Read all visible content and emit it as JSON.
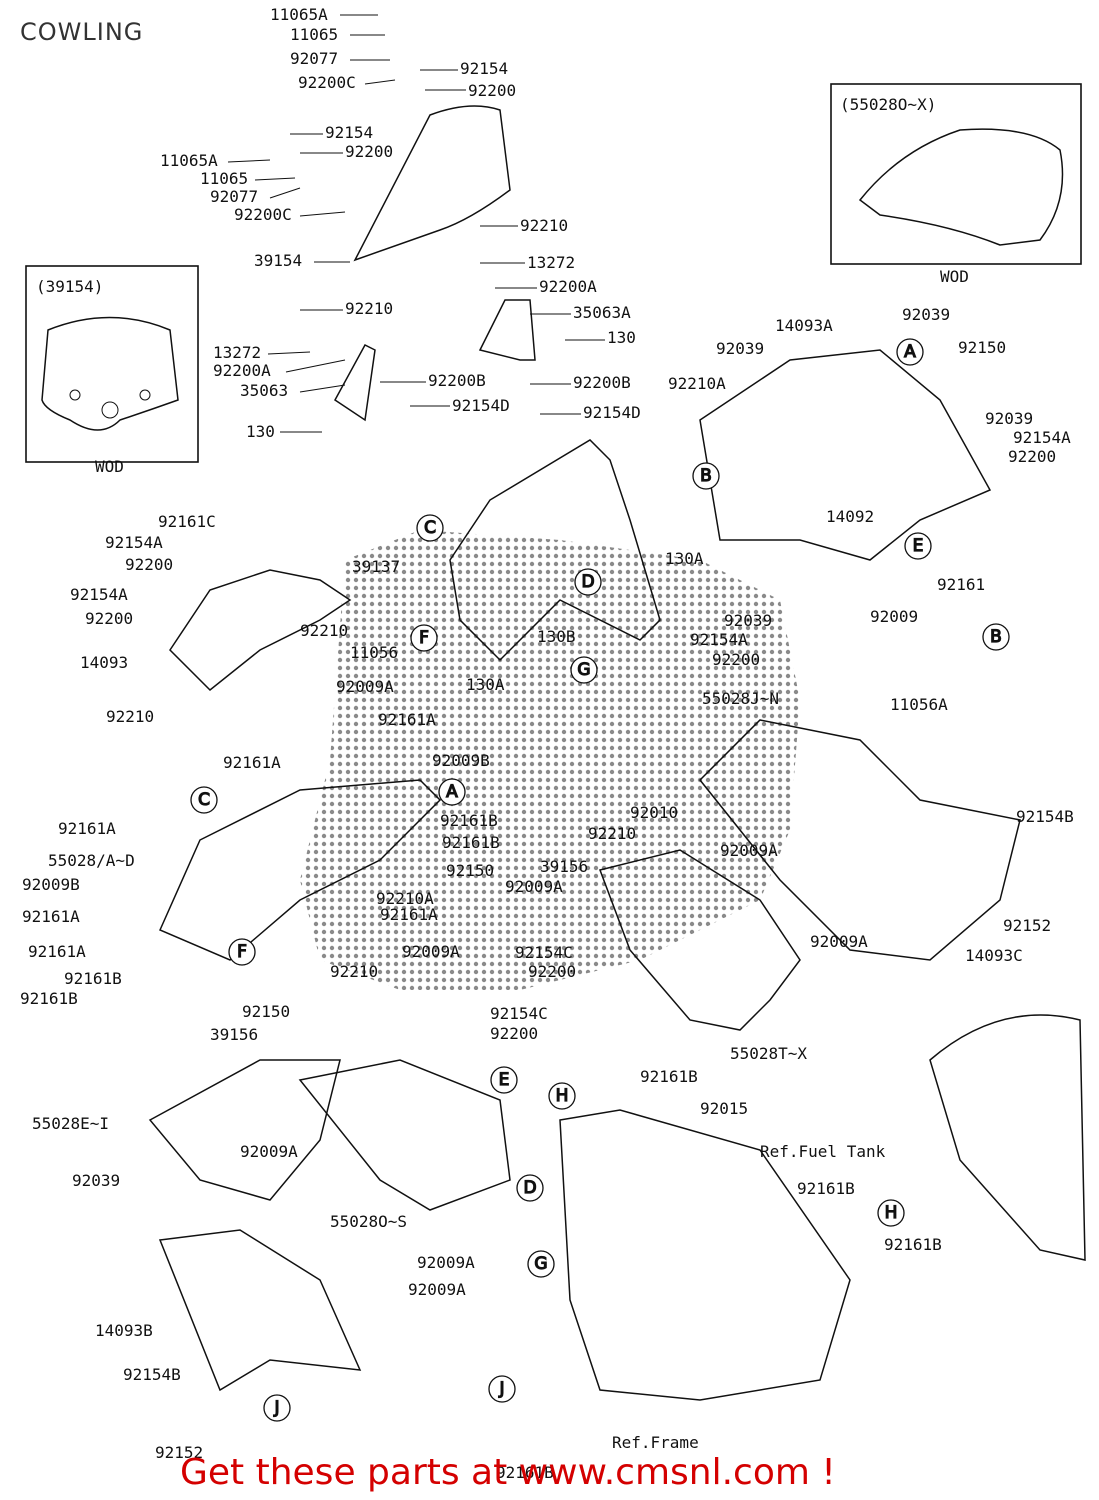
{
  "title": "COWLING",
  "banner": "Get these parts at www.cmsnl.com !",
  "inset_windshield": {
    "label": "(39154)",
    "caption": "WOD"
  },
  "inset_cowl": {
    "label": "(55028O~X)",
    "caption": "WOD"
  },
  "callouts": [
    {
      "id": "11065A",
      "text": "11065A"
    },
    {
      "id": "11065",
      "text": "11065"
    },
    {
      "id": "92077",
      "text": "92077"
    },
    {
      "id": "92200C",
      "text": "92200C"
    },
    {
      "id": "92154",
      "text": "92154"
    },
    {
      "id": "92200",
      "text": "92200"
    },
    {
      "id": "l92154",
      "text": "92154"
    },
    {
      "id": "l92200",
      "text": "92200"
    },
    {
      "id": "l11065A",
      "text": "11065A"
    },
    {
      "id": "l11065",
      "text": "11065"
    },
    {
      "id": "l92077",
      "text": "92077"
    },
    {
      "id": "l92200C",
      "text": "92200C"
    },
    {
      "id": "r92210",
      "text": "92210"
    },
    {
      "id": "l39154",
      "text": "39154"
    },
    {
      "id": "13272",
      "text": "13272"
    },
    {
      "id": "92200A",
      "text": "92200A"
    },
    {
      "id": "35063A",
      "text": "35063A"
    },
    {
      "id": "130",
      "text": "130"
    },
    {
      "id": "m92210",
      "text": "92210"
    },
    {
      "id": "l13272",
      "text": "13272"
    },
    {
      "id": "l92200A",
      "text": "92200A"
    },
    {
      "id": "35063",
      "text": "35063"
    },
    {
      "id": "92200B",
      "text": "92200B"
    },
    {
      "id": "r92200B",
      "text": "92200B"
    },
    {
      "id": "92154D",
      "text": "92154D"
    },
    {
      "id": "r92154D",
      "text": "92154D"
    },
    {
      "id": "l130",
      "text": "130"
    },
    {
      "id": "92039",
      "text": "92039"
    },
    {
      "id": "14093A",
      "text": "14093A"
    },
    {
      "id": "a92039",
      "text": "92039"
    },
    {
      "id": "92150",
      "text": "92150"
    },
    {
      "id": "92210A",
      "text": "92210A"
    },
    {
      "id": "b92039",
      "text": "92039"
    },
    {
      "id": "92154A",
      "text": "92154A"
    },
    {
      "id": "r92200",
      "text": "92200"
    },
    {
      "id": "14092",
      "text": "14092"
    },
    {
      "id": "92161C",
      "text": "92161C"
    },
    {
      "id": "l92154A",
      "text": "92154A"
    },
    {
      "id": "l92200b",
      "text": "92200"
    },
    {
      "id": "39137",
      "text": "39137"
    },
    {
      "id": "130A",
      "text": "130A"
    },
    {
      "id": "l92154A2",
      "text": "92154A"
    },
    {
      "id": "l92200c",
      "text": "92200"
    },
    {
      "id": "l92210b",
      "text": "92210"
    },
    {
      "id": "14093",
      "text": "14093"
    },
    {
      "id": "11056",
      "text": "11056"
    },
    {
      "id": "130B",
      "text": "130B"
    },
    {
      "id": "c92039",
      "text": "92039"
    },
    {
      "id": "c92154A",
      "text": "92154A"
    },
    {
      "id": "c92200",
      "text": "92200"
    },
    {
      "id": "92009",
      "text": "92009"
    },
    {
      "id": "92161",
      "text": "92161"
    },
    {
      "id": "11056A",
      "text": "11056A"
    },
    {
      "id": "92009A",
      "text": "92009A"
    },
    {
      "id": "m130A",
      "text": "130A"
    },
    {
      "id": "l92210c",
      "text": "92210"
    },
    {
      "id": "92161A",
      "text": "92161A"
    },
    {
      "id": "m92161A",
      "text": "92161A"
    },
    {
      "id": "55028J~N",
      "text": "55028J~N"
    },
    {
      "id": "92009B",
      "text": "92009B"
    },
    {
      "id": "a92161A",
      "text": "92161A"
    },
    {
      "id": "92161B",
      "text": "92161B"
    },
    {
      "id": "m92161B",
      "text": "92161B"
    },
    {
      "id": "550284",
      "text": "55028/A~D"
    },
    {
      "id": "m92150",
      "text": "92150"
    },
    {
      "id": "39156",
      "text": "39156"
    },
    {
      "id": "92010",
      "text": "92010"
    },
    {
      "id": "m92210d",
      "text": "92210"
    },
    {
      "id": "r92009A",
      "text": "92009A"
    },
    {
      "id": "l92009B",
      "text": "92009B"
    },
    {
      "id": "m92009A",
      "text": "92009A"
    },
    {
      "id": "92154B",
      "text": "92154B"
    },
    {
      "id": "l92161A3",
      "text": "92161A"
    },
    {
      "id": "92210A2",
      "text": "92210A"
    },
    {
      "id": "b92161A",
      "text": "92161A"
    },
    {
      "id": "92152",
      "text": "92152"
    },
    {
      "id": "l92161A4",
      "text": "92161A"
    },
    {
      "id": "c92009A",
      "text": "92009A"
    },
    {
      "id": "92154C",
      "text": "92154C"
    },
    {
      "id": "14093C",
      "text": "14093C"
    },
    {
      "id": "f92210",
      "text": "92210"
    },
    {
      "id": "f92200",
      "text": "92200"
    },
    {
      "id": "r92009A2",
      "text": "92009A"
    },
    {
      "id": "l92161B",
      "text": "92161B"
    },
    {
      "id": "l92161B2",
      "text": "92161B"
    },
    {
      "id": "b92150",
      "text": "92150"
    },
    {
      "id": "b92154C",
      "text": "92154C"
    },
    {
      "id": "b39156",
      "text": "39156"
    },
    {
      "id": "b92200",
      "text": "92200"
    },
    {
      "id": "55028T~X",
      "text": "55028T~X"
    },
    {
      "id": "92161Bb",
      "text": "92161B"
    },
    {
      "id": "55028E~I",
      "text": "55028E~I"
    },
    {
      "id": "92015",
      "text": "92015"
    },
    {
      "id": "b92009A",
      "text": "92009A"
    },
    {
      "id": "ref_fuel",
      "text": "Ref.Fuel Tank"
    },
    {
      "id": "d92039",
      "text": "92039"
    },
    {
      "id": "r92161B",
      "text": "92161B"
    },
    {
      "id": "55028O~S",
      "text": "55028O~S"
    },
    {
      "id": "h92161B",
      "text": "92161B"
    },
    {
      "id": "g92009A",
      "text": "92009A"
    },
    {
      "id": "k92009A",
      "text": "92009A"
    },
    {
      "id": "14093B",
      "text": "14093B"
    },
    {
      "id": "l92154B",
      "text": "92154B"
    },
    {
      "id": "b92152",
      "text": "92152"
    },
    {
      "id": "ref_frame",
      "text": "Ref.Frame"
    },
    {
      "id": "bot92161B",
      "text": "92161B"
    }
  ],
  "ref_circles": [
    {
      "id": "A1",
      "letter": "A"
    },
    {
      "id": "B1",
      "letter": "B"
    },
    {
      "id": "C1",
      "letter": "C"
    },
    {
      "id": "D1",
      "letter": "D"
    },
    {
      "id": "E1",
      "letter": "E"
    },
    {
      "id": "F1",
      "letter": "F"
    },
    {
      "id": "G1",
      "letter": "G"
    },
    {
      "id": "B2",
      "letter": "B"
    },
    {
      "id": "A2",
      "letter": "A"
    },
    {
      "id": "C2",
      "letter": "C"
    },
    {
      "id": "F2",
      "letter": "F"
    },
    {
      "id": "E2",
      "letter": "E"
    },
    {
      "id": "H1",
      "letter": "H"
    },
    {
      "id": "D2",
      "letter": "D"
    },
    {
      "id": "G2",
      "letter": "G"
    },
    {
      "id": "H2",
      "letter": "H"
    },
    {
      "id": "J1",
      "letter": "J"
    },
    {
      "id": "J2",
      "letter": "J"
    }
  ]
}
